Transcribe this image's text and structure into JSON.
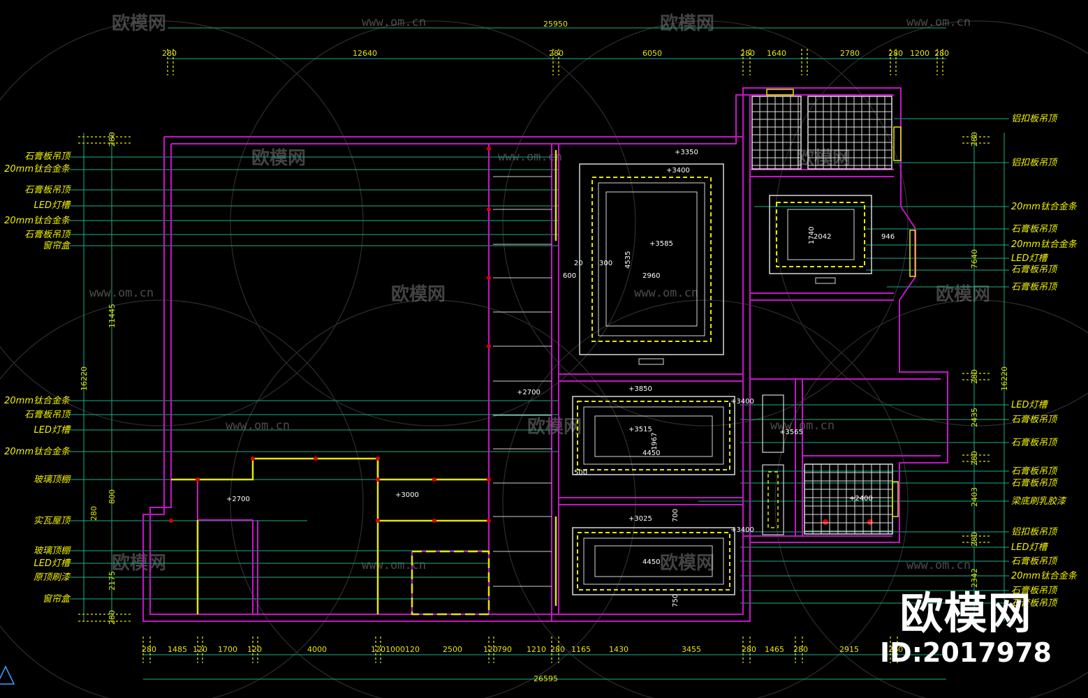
{
  "watermark": {
    "brand": "欧模网",
    "url": "www.om.cn"
  },
  "branding": {
    "title": "欧模网",
    "id": "ID:2017978"
  },
  "dims_top": {
    "overall": "25950",
    "d1": "280",
    "d2": "12640",
    "d3": "280",
    "d4": "6050",
    "d5": "280",
    "d6": "1640",
    "d7": "2780",
    "d8": "280",
    "d9": "1200",
    "d10": "280"
  },
  "dims_bottom": {
    "overall": "26595",
    "b1": "280",
    "b2": "1485",
    "b3": "120",
    "b4": "1700",
    "b5": "120",
    "b6": "4000",
    "b7": "120",
    "b8": "1000",
    "b9": "120",
    "b10": "2500",
    "b11": "120",
    "b12": "790",
    "b13": "1210",
    "b14": "280",
    "b15": "1165",
    "b16": "1430",
    "b17": "3455",
    "b18": "280",
    "b19": "1465",
    "b20": "280",
    "b21": "2915",
    "b22": "280"
  },
  "dims_left": {
    "overall": "16220",
    "top": "280",
    "mid": "11445",
    "l1": "280",
    "l2": "800",
    "l3": "2175",
    "l4": "280"
  },
  "dims_right": {
    "overall": "16220",
    "r1": "280",
    "r2": "7640",
    "r3": "280",
    "r4": "2435",
    "r5": "280",
    "r6": "2403",
    "r7": "280",
    "r8": "2342"
  },
  "left_notes": [
    "石膏板吊顶",
    "20mm钛合金条",
    "石膏板吊顶",
    "LED灯槽",
    "20mm钛合金条",
    "石膏板吊顶",
    "窗帘盒",
    "20mm钛合金条",
    "石膏板吊顶",
    "LED灯槽",
    "20mm钛合金条",
    "玻璃顶棚",
    "实瓦屋顶",
    "玻璃顶棚",
    "LED灯槽",
    "原顶刷漆",
    "窗帘盒"
  ],
  "right_notes": [
    "铝扣板吊顶",
    "铝扣板吊顶",
    "20mm钛合金条",
    "石膏板吊顶",
    "20mm钛合金条",
    "LED灯槽",
    "石膏板吊顶",
    "石膏板吊顶",
    "LED灯槽",
    "石膏板吊顶",
    "石膏板吊顶",
    "石膏板吊顶",
    "石膏板吊顶",
    "梁底刷乳胶漆",
    "铝扣板吊顶",
    "LED灯槽",
    "石膏板吊顶",
    "20mm钛合金条",
    "石膏板吊顶",
    "石膏板吊顶"
  ],
  "room_labels": {
    "elev_3350": "+3350",
    "elev_3400a": "+3400",
    "elev_3585": "+3585",
    "r1_w": "2960",
    "r1_h": "4535",
    "elev_2042": "2042",
    "elev_946": "946",
    "elev_1740": "1740",
    "elev_2700": "+2700",
    "elev_3850": "+3850",
    "elev_3400b": "+3400",
    "elev_3515": "+3515",
    "r2_w": "4450",
    "r2_h": "1967",
    "elev_3025": "+3025",
    "elev_3400c": "+3400",
    "r3_w": "4450",
    "elev_3000": "+3000",
    "elev_2700b": "+2700",
    "elev_2400": "+2400",
    "elev_3565": "+3565",
    "d20": "20",
    "d300": "300",
    "d500": "500",
    "d600": "600",
    "d700": "700",
    "d750": "750"
  }
}
